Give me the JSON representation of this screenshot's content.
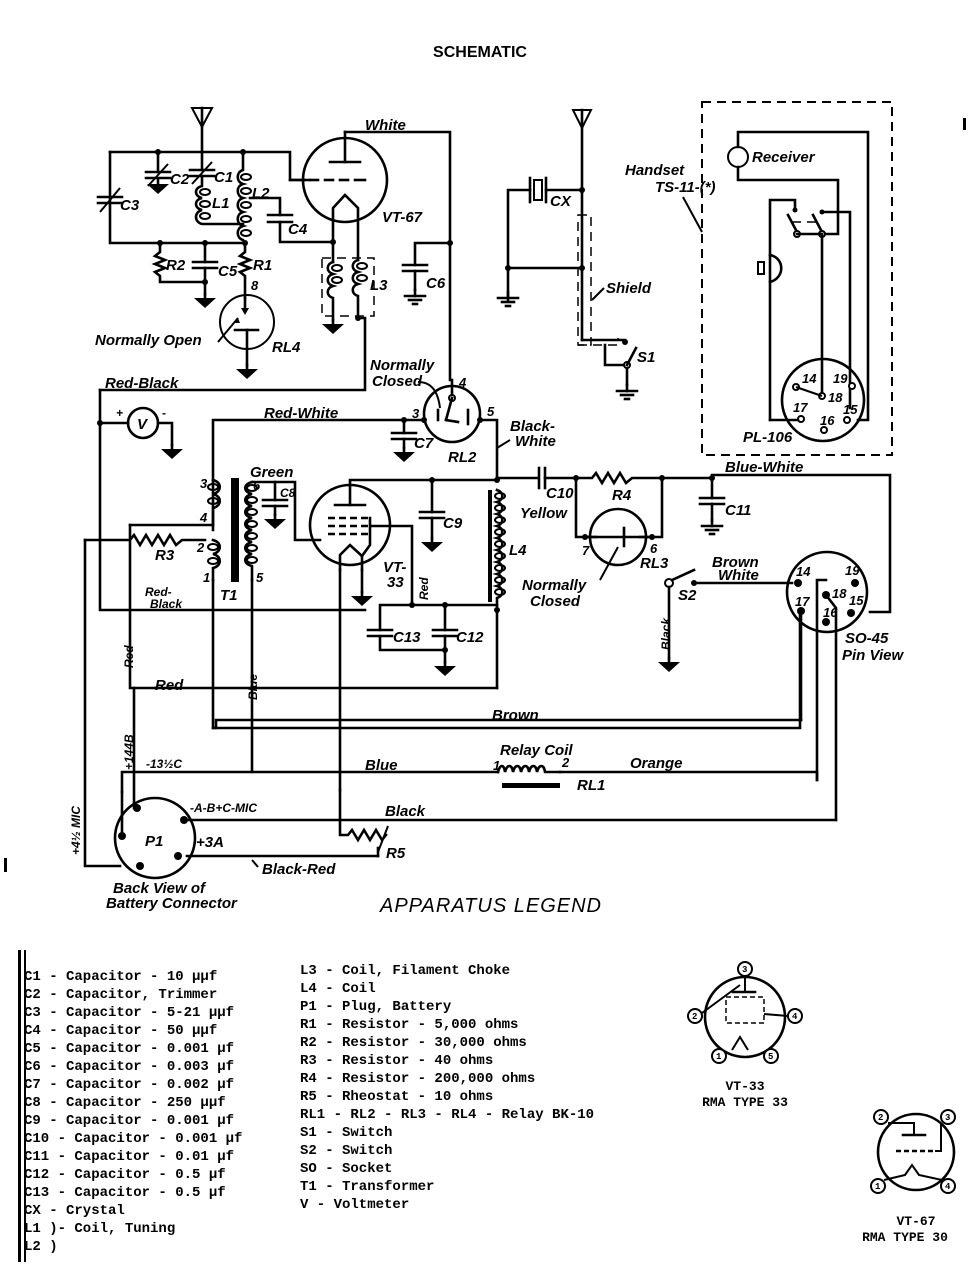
{
  "header": {
    "title": "SCHEMATIC"
  },
  "schematic": {
    "tubes": [
      {
        "ref": "VT-67",
        "label": "VT-67"
      },
      {
        "ref": "VT-33",
        "label_line1": "VT-",
        "label_line2": "33"
      }
    ],
    "components": {
      "C1": "C1",
      "C2": "C2",
      "C3": "C3",
      "C4": "C4",
      "C5": "C5",
      "C6": "C6",
      "C7": "C7",
      "C8": "C8",
      "C9": "C9",
      "C10": "C10",
      "C11": "C11",
      "C12": "C12",
      "C13": "C13",
      "L1": "L1",
      "L2": "L2",
      "L3": "L3",
      "L4": "L4",
      "R1": "R1",
      "R2": "R2",
      "R3": "R3",
      "R4": "R4",
      "R5": "R5",
      "RL1": "RL1",
      "RL2": "RL2",
      "RL3": "RL3",
      "RL4": "RL4",
      "T1": "T1",
      "S1": "S1",
      "S2": "S2",
      "CX": "CX",
      "V": "V",
      "P1": "P1"
    },
    "wire_labels": {
      "white": "White",
      "red_black": "Red-Black",
      "red_white": "Red-White",
      "green": "Green",
      "black_white_1": "Black-",
      "black_white_2": "White",
      "blue_white": "Blue-White",
      "yellow": "Yellow",
      "red_vert": "Red",
      "red_black2_1": "Red-",
      "red_black2_2": "Black",
      "red_left": "Red",
      "red_h": "Red",
      "blue_vert": "Blue",
      "brown": "Brown",
      "blue": "Blue",
      "orange": "Orange",
      "black": "Black",
      "black_red": "Black-Red",
      "brown_white_1": "Brown",
      "brown_white_2": "White",
      "black_vert": "Black",
      "shield": "Shield"
    },
    "annotations": {
      "normally_open": "Normally Open",
      "normally_closed_1a": "Normally",
      "normally_closed_1b": "Closed",
      "normally_closed_2a": "Normally",
      "normally_closed_2b": "Closed",
      "relay_coil": "Relay Coil",
      "handset_1": "Handset",
      "handset_2": "TS-11-(*)",
      "receiver": "Receiver",
      "pl106": "PL-106",
      "so45_1": "SO-45",
      "so45_2": "Pin View",
      "plus_144b": "+144B",
      "minus_135c": "-13½C",
      "plus_45mic": "+4½ MIC",
      "minus_abc_mic": "-A-B+C-MIC",
      "plus_3a": "+3A",
      "back_view_1": "Back View of",
      "back_view_2": "Battery Connector"
    },
    "pins": {
      "t1": [
        "3",
        "4",
        "2",
        "1",
        "6",
        "5"
      ],
      "rl2": [
        "3",
        "4",
        "5"
      ],
      "rl3": [
        "7",
        "6"
      ],
      "rl4": [
        "8"
      ],
      "rl1": [
        "1",
        "2"
      ],
      "pl106": [
        "14",
        "19",
        "18",
        "17",
        "16",
        "15"
      ],
      "so45": [
        "14",
        "19",
        "18",
        "17",
        "16",
        "15"
      ]
    }
  },
  "apparatus_legend": {
    "title": "APPARATUS LEGEND",
    "left_column": [
      {
        "ref": "C1",
        "desc": "- Capacitor - 10 μμf"
      },
      {
        "ref": "C2",
        "desc": "- Capacitor, Trimmer"
      },
      {
        "ref": "C3",
        "desc": "- Capacitor - 5-21 μμf"
      },
      {
        "ref": "C4",
        "desc": "- Capacitor - 50 μμf"
      },
      {
        "ref": "C5",
        "desc": "- Capacitor - 0.001  μf"
      },
      {
        "ref": "C6",
        "desc": "- Capacitor - 0.003  μf"
      },
      {
        "ref": "C7",
        "desc": "- Capacitor - 0.002  μf"
      },
      {
        "ref": "C8",
        "desc": "- Capacitor - 250 μμf"
      },
      {
        "ref": "C9",
        "desc": "- Capacitor - 0.001 μf"
      },
      {
        "ref": "C10",
        "desc": "- Capacitor - 0.001 μf"
      },
      {
        "ref": "C11",
        "desc": "- Capacitor - 0.01 μf"
      },
      {
        "ref": "C12",
        "desc": "- Capacitor - 0.5 μf"
      },
      {
        "ref": "C13",
        "desc": "- Capacitor - 0.5 μf"
      },
      {
        "ref": "CX",
        "desc": "- Crystal"
      },
      {
        "ref": "L1",
        "desc": ")- Coil, Tuning"
      },
      {
        "ref": "L2",
        "desc": ")"
      }
    ],
    "right_column": [
      {
        "ref": "L3",
        "desc": "- Coil, Filament Choke"
      },
      {
        "ref": "L4",
        "desc": "- Coil"
      },
      {
        "ref": "P1",
        "desc": "- Plug, Battery"
      },
      {
        "ref": "R1",
        "desc": "- Resistor - 5,000 ohms"
      },
      {
        "ref": "R2",
        "desc": "- Resistor - 30,000 ohms"
      },
      {
        "ref": "R3",
        "desc": "- Resistor - 40 ohms"
      },
      {
        "ref": "R4",
        "desc": "- Resistor - 200,000 ohms"
      },
      {
        "ref": "R5",
        "desc": "- Rheostat - 10 ohms"
      },
      {
        "ref": "RL1",
        "desc": "- RL2 - RL3 - RL4 - Relay BK-10"
      },
      {
        "ref": "S1",
        "desc": "- Switch"
      },
      {
        "ref": "S2",
        "desc": "- Switch"
      },
      {
        "ref": "SO",
        "desc": "- Socket"
      },
      {
        "ref": "T1",
        "desc": "- Transformer"
      },
      {
        "ref": "V",
        "desc": "- Voltmeter"
      }
    ],
    "tube_bases": [
      {
        "name": "VT-33",
        "type": "RMA TYPE 33",
        "pins": [
          "3",
          "2",
          "4",
          "1",
          "5"
        ]
      },
      {
        "name": "VT-67",
        "type": "RMA TYPE 30",
        "pins": [
          "2",
          "3",
          "1",
          "4"
        ]
      }
    ]
  }
}
